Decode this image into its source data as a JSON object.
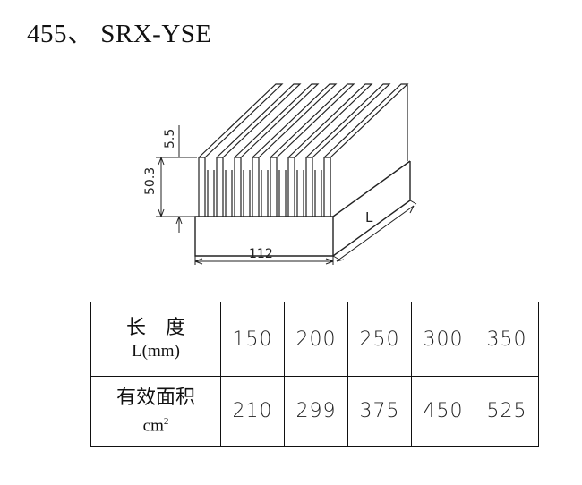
{
  "title": "455、 SRX-YSE",
  "drawing": {
    "dim_fin_thickness": "5.5",
    "dim_height": "50.3",
    "dim_width": "112",
    "dim_length": "L"
  },
  "table": {
    "row1": {
      "label_cn": "长　度",
      "label_unit": "L(mm)",
      "values": [
        "150",
        "200",
        "250",
        "300",
        "350"
      ]
    },
    "row2": {
      "label_cn": "有效面积",
      "label_unit": "cm",
      "label_unit_sup": "2",
      "values": [
        "210",
        "299",
        "375",
        "450",
        "525"
      ]
    }
  }
}
